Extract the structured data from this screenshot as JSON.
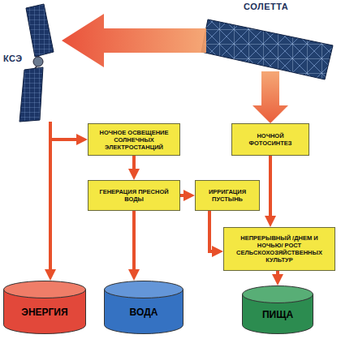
{
  "diagram": {
    "nodes": [
      {
        "text": [
          "КСЭ"
        ]
      },
      {
        "text": [
          "СОЛЕТТА"
        ]
      },
      {
        "text": [
          "НОЧНОЕ ОСВЕЩЕНИЕ СОЛНЕЧНЫХ ЭЛЕКТРОСТАНЦИЙ"
        ]
      },
      {
        "text": [
          "НОЧНОЙ ФОТОСИНТЕЗ"
        ]
      },
      {
        "text": [
          "ГЕНЕРАЦИЯ ПРЕСНОЙ ВОДЫ"
        ]
      },
      {
        "text": [
          "ИРРИГАЦИЯ ПУСТЫНЬ"
        ]
      },
      {
        "text": [
          "НЕПРЕРЫВНЫЙ /ДНЕМ И НОЧЬЮ/ РОСТ СЕЛЬСКОХОЗЯЙСТВЕННЫХ КУЛЬТУР"
        ]
      },
      {
        "text": [
          "ЭНЕРГИЯ"
        ]
      },
      {
        "text": [
          "ВОДА"
        ]
      },
      {
        "text": [
          "ПИЩА"
        ]
      }
    ],
    "edges": [
      {
        "from": 1,
        "to": 0,
        "arrow": "to"
      },
      {
        "from": 1,
        "to": 3,
        "arrow": "to"
      },
      {
        "from": 0,
        "to": 7,
        "arrow": "to"
      },
      {
        "from": 0,
        "to": 2,
        "arrow": "to"
      },
      {
        "from": 2,
        "to": 4,
        "arrow": "to"
      },
      {
        "from": 4,
        "to": 8,
        "arrow": "to"
      },
      {
        "from": 4,
        "to": 5,
        "arrow": "to"
      },
      {
        "from": 5,
        "to": 6,
        "arrow": "to"
      },
      {
        "from": 3,
        "to": 6,
        "arrow": "to"
      },
      {
        "from": 6,
        "to": 9,
        "arrow": "to"
      }
    ]
  }
}
